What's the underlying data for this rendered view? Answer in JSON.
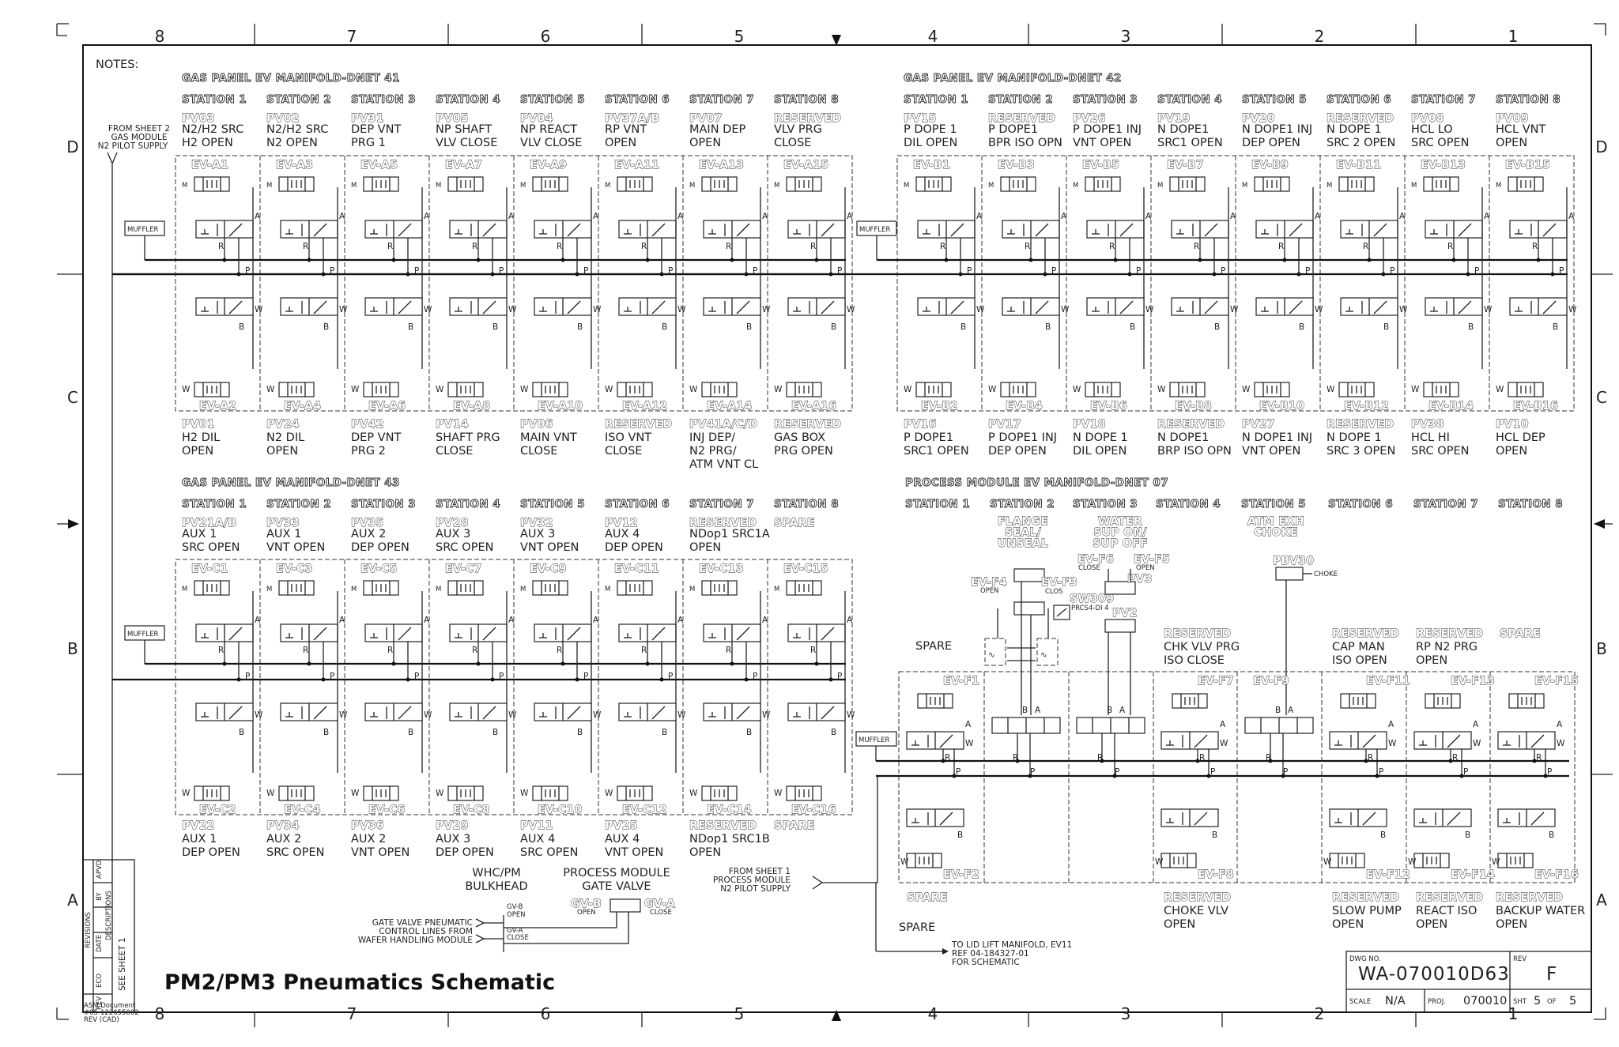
{
  "notes_label": "NOTES:",
  "zones": {
    "columns": [
      "8",
      "7",
      "6",
      "5",
      "4",
      "3",
      "2",
      "1"
    ],
    "rows": [
      "D",
      "C",
      "B",
      "A"
    ]
  },
  "pilot_supply_top": [
    "FROM SHEET 2",
    "GAS MODULE",
    "N2 PILOT SUPPLY"
  ],
  "pilot_supply_bottom": [
    "FROM SHEET 1",
    "PROCESS MODULE",
    "N2 PILOT SUPPLY"
  ],
  "muffler_label": "MUFFLER",
  "port_labels": {
    "a": "A",
    "b": "B",
    "p": "P",
    "r": "R",
    "w": "W"
  },
  "manifolds": [
    {
      "name": "GAS PANEL EV MANIFOLD-DNET 41",
      "stations": [
        {
          "station": "STATION 1",
          "top_id": "PV03",
          "top_desc": [
            "N2/H2 SRC",
            "H2 OPEN"
          ],
          "ev_top": "EV-A1",
          "ev_bottom": "EV-A2",
          "bot_id": "PV01",
          "bot_desc": [
            "H2 DIL",
            "OPEN"
          ]
        },
        {
          "station": "STATION 2",
          "top_id": "PV02",
          "top_desc": [
            "N2/H2 SRC",
            "N2 OPEN"
          ],
          "ev_top": "EV-A3",
          "ev_bottom": "EV-A4",
          "bot_id": "PV24",
          "bot_desc": [
            "N2 DIL",
            "OPEN"
          ]
        },
        {
          "station": "STATION 3",
          "top_id": "PV31",
          "top_desc": [
            "DEP VNT",
            "PRG 1"
          ],
          "ev_top": "EV-A5",
          "ev_bottom": "EV-A6",
          "bot_id": "PV42",
          "bot_desc": [
            "DEP VNT",
            "PRG 2"
          ]
        },
        {
          "station": "STATION 4",
          "top_id": "PV05",
          "top_desc": [
            "NP SHAFT",
            "VLV CLOSE"
          ],
          "ev_top": "EV-A7",
          "ev_bottom": "EV-A8",
          "bot_id": "PV14",
          "bot_desc": [
            "SHAFT PRG",
            "CLOSE"
          ]
        },
        {
          "station": "STATION 5",
          "top_id": "PV04",
          "top_desc": [
            "NP REACT",
            "VLV CLOSE"
          ],
          "ev_top": "EV-A9",
          "ev_bottom": "EV-A10",
          "bot_id": "PV06",
          "bot_desc": [
            "MAIN VNT",
            "CLOSE"
          ]
        },
        {
          "station": "STATION 6",
          "top_id": "PV37A/B",
          "top_desc": [
            "RP VNT",
            "OPEN"
          ],
          "ev_top": "EV-A11",
          "ev_bottom": "EV-A12",
          "bot_id": "RESERVED",
          "bot_desc": [
            "ISO VNT",
            "CLOSE"
          ]
        },
        {
          "station": "STATION 7",
          "top_id": "PV07",
          "top_desc": [
            "MAIN DEP",
            "OPEN"
          ],
          "ev_top": "EV-A13",
          "ev_bottom": "EV-A14",
          "bot_id": "PV41A/C/D",
          "bot_desc": [
            "INJ DEP/",
            "N2 PRG/",
            "ATM VNT CL"
          ]
        },
        {
          "station": "STATION 8",
          "top_id": "RESERVED",
          "top_desc": [
            "VLV PRG",
            "CLOSE"
          ],
          "ev_top": "EV-A15",
          "ev_bottom": "EV-A16",
          "bot_id": "RESERVED",
          "bot_desc": [
            "GAS BOX",
            "PRG OPEN"
          ]
        }
      ]
    },
    {
      "name": "GAS PANEL EV MANIFOLD-DNET 42",
      "stations": [
        {
          "station": "STATION 1",
          "top_id": "PV15",
          "top_desc": [
            "P DOPE 1",
            "DIL OPEN"
          ],
          "ev_top": "EV-B1",
          "ev_bottom": "EV-B2",
          "bot_id": "PV16",
          "bot_desc": [
            "P DOPE1",
            "SRC1 OPEN"
          ]
        },
        {
          "station": "STATION 2",
          "top_id": "RESERVED",
          "top_desc": [
            "P DOPE1",
            "BPR ISO OPN"
          ],
          "ev_top": "EV-B3",
          "ev_bottom": "EV-B4",
          "bot_id": "PV17",
          "bot_desc": [
            "P DOPE1 INJ",
            "DEP OPEN"
          ]
        },
        {
          "station": "STATION 3",
          "top_id": "PV26",
          "top_desc": [
            "P DOPE1 INJ",
            "VNT OPEN"
          ],
          "ev_top": "EV-B5",
          "ev_bottom": "EV-B6",
          "bot_id": "PV18",
          "bot_desc": [
            "N DOPE 1",
            "DIL OPEN"
          ]
        },
        {
          "station": "STATION 4",
          "top_id": "PV19",
          "top_desc": [
            "N DOPE1",
            "SRC1 OPEN"
          ],
          "ev_top": "EV-B7",
          "ev_bottom": "EV-B8",
          "bot_id": "RESERVED",
          "bot_desc": [
            "N DOPE1",
            "BRP ISO OPN"
          ]
        },
        {
          "station": "STATION 5",
          "top_id": "PV20",
          "top_desc": [
            "N DOPE1 INJ",
            "DEP OPEN"
          ],
          "ev_top": "EV-B9",
          "ev_bottom": "EV-B10",
          "bot_id": "PV27",
          "bot_desc": [
            "N DOPE1 INJ",
            "VNT OPEN"
          ]
        },
        {
          "station": "STATION 6",
          "top_id": "RESERVED",
          "top_desc": [
            "N DOPE 1",
            "SRC 2 OPEN"
          ],
          "ev_top": "EV-B11",
          "ev_bottom": "EV-B12",
          "bot_id": "RESERVED",
          "bot_desc": [
            "N DOPE 1",
            "SRC 3 OPEN"
          ]
        },
        {
          "station": "STATION 7",
          "top_id": "PV08",
          "top_desc": [
            "HCL LO",
            "SRC OPEN"
          ],
          "ev_top": "EV-B13",
          "ev_bottom": "EV-B14",
          "bot_id": "PV38",
          "bot_desc": [
            "HCL HI",
            "SRC OPEN"
          ]
        },
        {
          "station": "STATION 8",
          "top_id": "PV09",
          "top_desc": [
            "HCL VNT",
            "OPEN"
          ],
          "ev_top": "EV-B15",
          "ev_bottom": "EV-B16",
          "bot_id": "PV10",
          "bot_desc": [
            "HCL DEP",
            "OPEN"
          ]
        }
      ]
    },
    {
      "name": "GAS PANEL EV MANIFOLD-DNET 43",
      "stations": [
        {
          "station": "STATION 1",
          "top_id": "PV21A/B",
          "top_desc": [
            "AUX 1",
            "SRC OPEN"
          ],
          "ev_top": "EV-C1",
          "ev_bottom": "EV-C2",
          "bot_id": "PV22",
          "bot_desc": [
            "AUX 1",
            "DEP OPEN"
          ]
        },
        {
          "station": "STATION 2",
          "top_id": "PV33",
          "top_desc": [
            "AUX 1",
            "VNT OPEN"
          ],
          "ev_top": "EV-C3",
          "ev_bottom": "EV-C4",
          "bot_id": "PV34",
          "bot_desc": [
            "AUX 2",
            "SRC OPEN"
          ]
        },
        {
          "station": "STATION 3",
          "top_id": "PV35",
          "top_desc": [
            "AUX 2",
            "DEP OPEN"
          ],
          "ev_top": "EV-C5",
          "ev_bottom": "EV-C6",
          "bot_id": "PV36",
          "bot_desc": [
            "AUX 2",
            "VNT OPEN"
          ]
        },
        {
          "station": "STATION 4",
          "top_id": "PV28",
          "top_desc": [
            "AUX 3",
            "SRC OPEN"
          ],
          "ev_top": "EV-C7",
          "ev_bottom": "EV-C8",
          "bot_id": "PV29",
          "bot_desc": [
            "AUX 3",
            "DEP OPEN"
          ]
        },
        {
          "station": "STATION 5",
          "top_id": "PV32",
          "top_desc": [
            "AUX 3",
            "VNT OPEN"
          ],
          "ev_top": "EV-C9",
          "ev_bottom": "EV-C10",
          "bot_id": "PV11",
          "bot_desc": [
            "AUX 4",
            "SRC OPEN"
          ]
        },
        {
          "station": "STATION 6",
          "top_id": "PV12",
          "top_desc": [
            "AUX 4",
            "DEP OPEN"
          ],
          "ev_top": "EV-C11",
          "ev_bottom": "EV-C12",
          "bot_id": "PV25",
          "bot_desc": [
            "AUX 4",
            "VNT OPEN"
          ]
        },
        {
          "station": "STATION 7",
          "top_id": "RESERVED",
          "top_desc": [
            "NDop1 SRC1A",
            "OPEN"
          ],
          "ev_top": "EV-C13",
          "ev_bottom": "EV-C14",
          "bot_id": "RESERVED",
          "bot_desc": [
            "NDop1 SRC1B",
            "OPEN"
          ]
        },
        {
          "station": "STATION 8",
          "top_id": "SPARE",
          "top_desc": [],
          "ev_top": "EV-C15",
          "ev_bottom": "EV-C16",
          "bot_id": "SPARE",
          "bot_desc": []
        }
      ]
    }
  ],
  "process_module": {
    "name": "PROCESS MODULE EV MANIFOLD-DNET 07",
    "stations": [
      "STATION 1",
      "STATION 2",
      "STATION 3",
      "STATION 4",
      "STATION 5",
      "STATION 6",
      "STATION 7",
      "STATION 8"
    ],
    "station_notes": {
      "s2": [
        "FLANGE",
        "SEAL/",
        "UNSEAL"
      ],
      "s3": [
        "WATER",
        "SUP ON/",
        "SUP OFF"
      ],
      "s5": [
        "ATM EXH",
        "CHOKE"
      ]
    },
    "valves": {
      "ev_f4": "EV-F4",
      "ev_f4_sub": "OPEN",
      "ev_f3": "EV-F3",
      "ev_f3_sub": "CLOS",
      "ev_f6": "EV-F6",
      "ev_f6_sub": "CLOSE",
      "ev_f5": "EV-F5",
      "ev_f5_sub": "OPEN",
      "pv3": "PV3",
      "pv2": "PV2",
      "sw309": "SW309",
      "sw309_sub": "PRCS4-DI 4",
      "pbv30": "PBV30",
      "pbv30_sub": "CHOKE"
    },
    "spare_s1_upper": "SPARE",
    "upper": {
      "s4": {
        "id": "RESERVED",
        "desc": [
          "CHK VLV PRG",
          "ISO CLOSE"
        ]
      },
      "s6": {
        "id": "RESERVED",
        "desc": [
          "CAP MAN",
          "ISO OPEN"
        ]
      },
      "s7": {
        "id": "RESERVED",
        "desc": [
          "RP N2 PRG",
          "OPEN"
        ]
      },
      "s8": {
        "id": "SPARE",
        "desc": []
      }
    },
    "ev_labels": {
      "f1": "EV-F1",
      "f2": "EV-F2",
      "f7": "EV-F7",
      "f8": "EV-F8",
      "f9": "EV-F9",
      "f11": "EV-F11",
      "f12": "EV-F12",
      "f13": "EV-F13",
      "f14": "EV-F14",
      "f15": "EV-F15",
      "f16": "EV-F16"
    },
    "lower": {
      "s1": {
        "id": "SPARE",
        "desc": []
      },
      "s4": {
        "id": "RESERVED",
        "desc": [
          "CHOKE VLV",
          "OPEN"
        ]
      },
      "s6": {
        "id": "RESERVED",
        "desc": [
          "SLOW PUMP",
          "OPEN"
        ]
      },
      "s7": {
        "id": "RESERVED",
        "desc": [
          "REACT ISO",
          "OPEN"
        ]
      },
      "s8": {
        "id": "RESERVED",
        "desc": [
          "BACKUP WATER",
          "OPEN"
        ]
      }
    },
    "spare_s1_lower": "SPARE",
    "lid_lift": [
      "TO LID LIFT MANIFOLD, EV11",
      "REF 04-184327-01",
      "FOR SCHEMATIC"
    ]
  },
  "gate_valve": {
    "bulkhead": [
      "WHC/PM",
      "BULKHEAD"
    ],
    "module": [
      "PROCESS MODULE",
      "GATE VALVE"
    ],
    "gv_b": "GV-B",
    "gv_b_sub": "OPEN",
    "gv_a": "GV-A",
    "gv_a_sub": "CLOSE",
    "control": [
      "GATE VALVE PNEUMATIC",
      "CONTROL LINES FROM",
      "WAFER HANDLING MODULE"
    ],
    "line_b": [
      "GV-B",
      "OPEN"
    ],
    "line_a": [
      "GV-A",
      "CLOSE"
    ]
  },
  "revisions": {
    "cols": [
      "REV",
      "ECO",
      "DATE",
      "BY",
      "APVD"
    ],
    "title": "REVISIONS",
    "descriptions": "DESCRIPTIONS",
    "see_sheet": "SEE SHEET 1"
  },
  "asm_doc": [
    "ASM Document",
    "#05-122655002",
    "REV           (CAD)"
  ],
  "title": "PM2/PM3 Pneumatics Schematic",
  "title_block": {
    "dwg_no_label": "DWG NO.",
    "dwg_no": "WA-070010D63",
    "rev_label": "REV",
    "rev": "F",
    "scale_label": "SCALE",
    "scale": "N/A",
    "proj_label": "PROJ.",
    "proj": "070010",
    "sht_label": "SHT",
    "sht": "5",
    "of_label": "OF",
    "of": "5"
  }
}
